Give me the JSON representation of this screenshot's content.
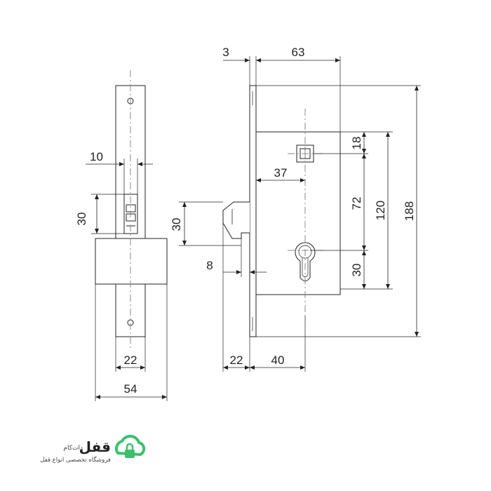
{
  "colors": {
    "line": "#222222",
    "center_line": "#888888",
    "brand_green": "#3dbf6e",
    "brand_text": "#222222",
    "brand_sub": "#444444"
  },
  "front_view": {
    "dim_bolt_width": "10",
    "dim_bolt_height": "30",
    "dim_faceplate_width": "22",
    "dim_body_width": "54"
  },
  "side_view": {
    "dim_faceplate_thickness": "3",
    "dim_body_depth": "63",
    "dim_backset_spindle": "37",
    "dim_latch_height": "30",
    "dim_latch_offset": "8",
    "dim_latch_throw": "22",
    "dim_backset": "40",
    "dim_spindle_top": "18",
    "dim_centers": "72",
    "dim_body_height": "120",
    "dim_faceplate_height": "188",
    "dim_cylinder_bottom": "30"
  },
  "logo": {
    "icon": "lock-cloud-icon",
    "brand_name": "قفل",
    "brand_suffix": "دات‌کام",
    "tagline": "فروشگاه تخصصی انواع قفل"
  }
}
